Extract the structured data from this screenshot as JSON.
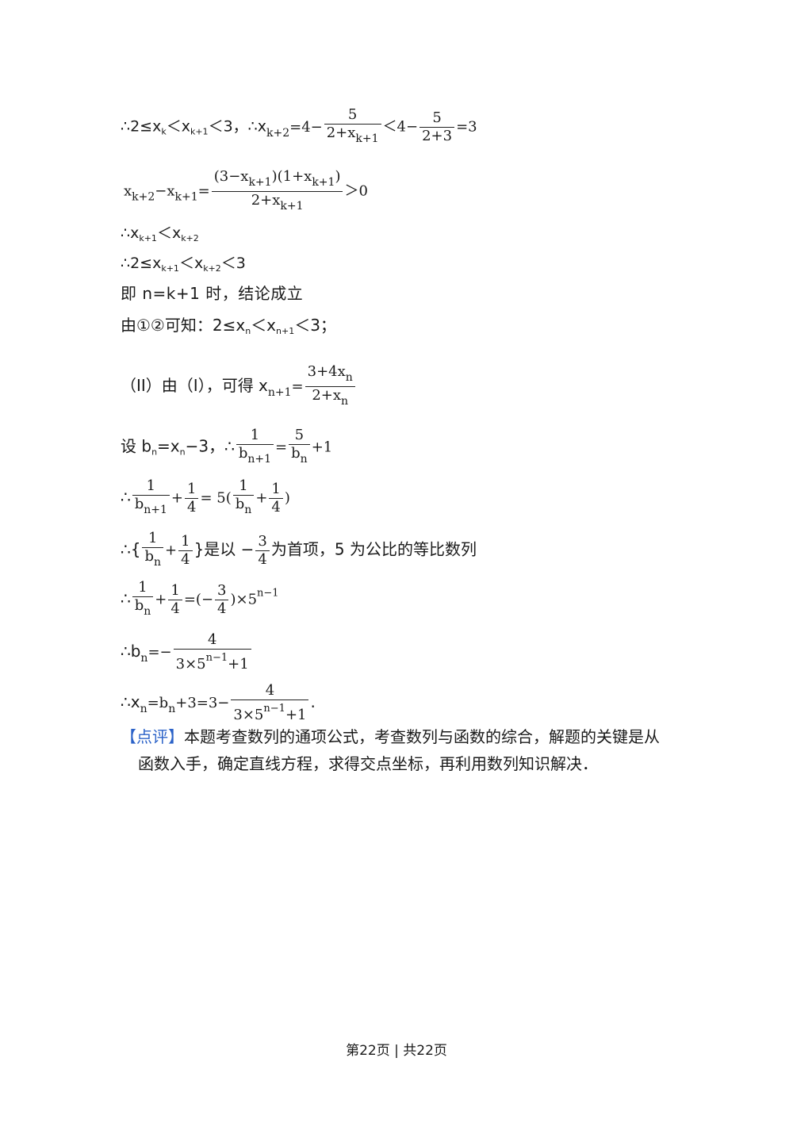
{
  "lines": {
    "l1_a": "∴2≤x",
    "l1_k": "k",
    "l1_b": "＜x",
    "l1_k1": "k+1",
    "l1_c": "＜3，∴x",
    "l1_k2": "k+2",
    "l1_d": "=4−",
    "l1_num1": "5",
    "l1_den1": "2+x",
    "l1_den1_sub": "k+1",
    "l1_e": "＜4−",
    "l1_num2": "5",
    "l1_den2": "2+3",
    "l1_f": "=3",
    "l2_a": "x",
    "l2_k2": "k+2",
    "l2_b": "−x",
    "l2_k1": "k+1",
    "l2_c": "=",
    "l2_num": "(3−x",
    "l2_num_sub": "k+1",
    "l2_num_b": ")(1+x",
    "l2_num_sub2": "k+1",
    "l2_num_c": ")",
    "l2_den": "2+x",
    "l2_den_sub": "k+1",
    "l2_d": "＞0",
    "l3_a": "∴x",
    "l3_k1": "k+1",
    "l3_b": "＜x",
    "l3_k2": "k+2",
    "l4_a": "∴2≤x",
    "l4_k1": "k+1",
    "l4_b": "＜x",
    "l4_k2": "k+2",
    "l4_c": "＜3",
    "l5": "即 n=k+1 时，结论成立",
    "l6_a": "由①②可知：2≤x",
    "l6_n": "n",
    "l6_b": "＜x",
    "l6_n1": "n+1",
    "l6_c": "＜3；",
    "l7_a": "（II）由（I），可得 x",
    "l7_n1": "n+1",
    "l7_b": "=",
    "l7_num": "3+4x",
    "l7_num_sub": "n",
    "l7_den": "2+x",
    "l7_den_sub": "n",
    "l8_a": "设 b",
    "l8_n": "n",
    "l8_b": "=x",
    "l8_n2": "n",
    "l8_c": "−3，∴",
    "l8_num1": "1",
    "l8_den1": "b",
    "l8_den1_sub": "n+1",
    "l8_d": "=",
    "l8_num2": "5",
    "l8_den2": "b",
    "l8_den2_sub": "n",
    "l8_e": "+1",
    "l9_a": "∴",
    "l9_num1": "1",
    "l9_den1": "b",
    "l9_den1_sub": "n+1",
    "l9_b": "+",
    "l9_num2": "1",
    "l9_den2": "4",
    "l9_c": "= 5(",
    "l9_num3": "1",
    "l9_den3": "b",
    "l9_den3_sub": "n",
    "l9_d": "+",
    "l9_num4": "1",
    "l9_den4": "4",
    "l9_e": ")",
    "l10_a": "∴{",
    "l10_num1": "1",
    "l10_den1": "b",
    "l10_den1_sub": "n",
    "l10_b": "+",
    "l10_num2": "1",
    "l10_den2": "4",
    "l10_c": "}是以 −",
    "l10_num3": "3",
    "l10_den3": "4",
    "l10_d": "为首项，5 为公比的等比数列",
    "l11_a": "∴",
    "l11_num1": "1",
    "l11_den1": "b",
    "l11_den1_sub": "n",
    "l11_b": "+",
    "l11_num2": "1",
    "l11_den2": "4",
    "l11_c": "=(−",
    "l11_num3": "3",
    "l11_den3": "4",
    "l11_d": ")×5",
    "l11_sup": "n−1",
    "l12_a": "∴b",
    "l12_n": "n",
    "l12_b": "=−",
    "l12_num": "4",
    "l12_den": "3×5",
    "l12_den_sup": "n−1",
    "l12_den_b": "+1",
    "l13_a": "∴x",
    "l13_n": "n",
    "l13_b": "=b",
    "l13_n2": "n",
    "l13_c": "+3=3−",
    "l13_num": "4",
    "l13_den": "3×5",
    "l13_den_sup": "n−1",
    "l13_den_b": "+1",
    "l13_d": "."
  },
  "remark": {
    "label": "【点评】",
    "text1": "本题考查数列的通项公式，考查数列与函数的综合，解题的关键是从",
    "text2": "函数入手，确定直线方程，求得交点坐标，再利用数列知识解决．"
  },
  "footer": "第22页 | 共22页"
}
